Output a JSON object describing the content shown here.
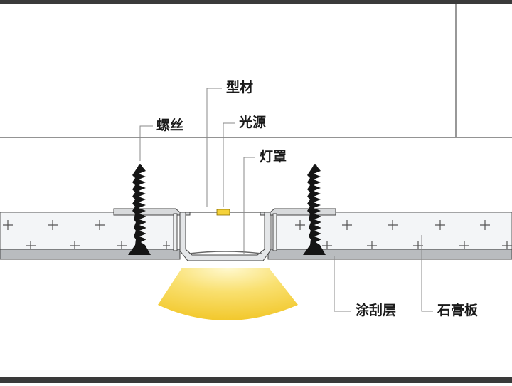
{
  "labels": {
    "profile": "型材",
    "screw": "螺丝",
    "light_source": "光源",
    "lamp_cover": "灯罩",
    "coating_layer": "涂刮层",
    "gypsum_board": "石膏板"
  },
  "colors": {
    "frame": "#444444",
    "ceiling_fill": "#ffffff",
    "board_fill": "#f2f4f6",
    "coating_fill": "#b9bcbf",
    "screw": "#151515",
    "light_glow": "#f5d23a",
    "light_core": "#fff8c4",
    "leader": "#8a8a8a"
  }
}
